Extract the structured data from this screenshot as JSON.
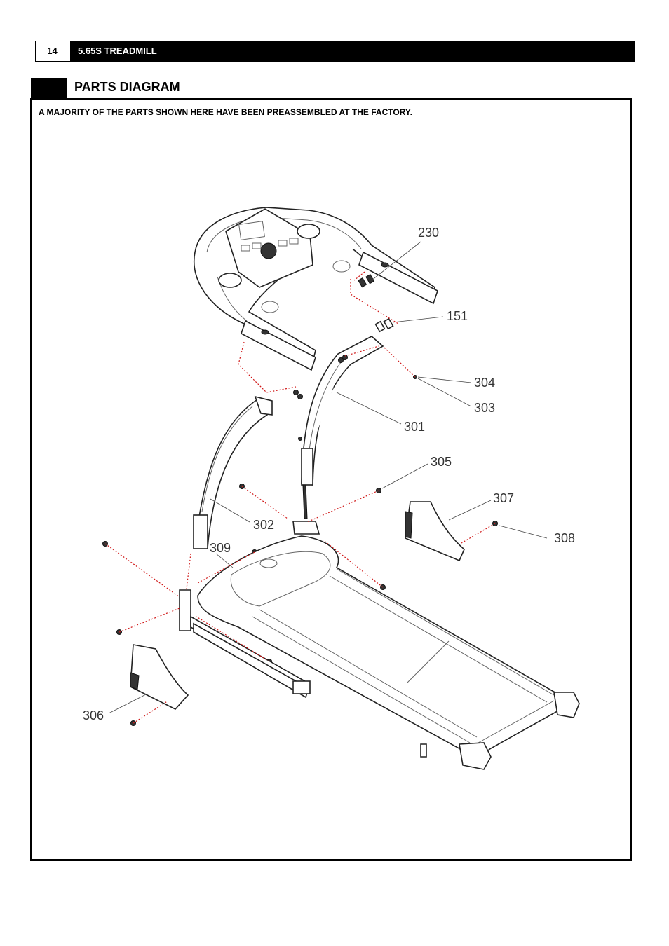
{
  "header": {
    "page_number": "14",
    "title": "5.65S TREADMILL"
  },
  "section": {
    "title": "PARTS DIAGRAM",
    "note": "A MAJORITY OF THE PARTS SHOWN HERE HAVE BEEN PREASSEMBLED AT THE FACTORY."
  },
  "callouts": {
    "p230": "230",
    "p151": "151",
    "p304": "304",
    "p303": "303",
    "p301": "301",
    "p305": "305",
    "p307": "307",
    "p308": "308",
    "p302": "302",
    "p309": "309",
    "p306": "306"
  }
}
